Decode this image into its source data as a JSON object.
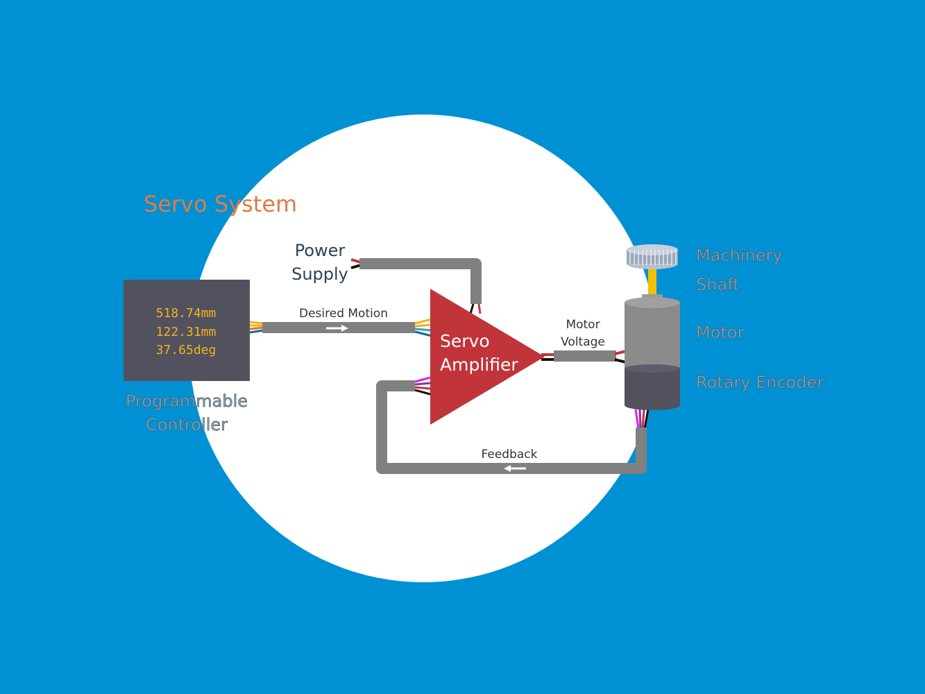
{
  "title": "Servo System",
  "controller": {
    "label_line1": "Programmable",
    "label_line2": "Controller",
    "display": [
      "518.74mm",
      "122.31mm",
      "37.65deg"
    ]
  },
  "power_supply": {
    "line1": "Power",
    "line2": "Supply"
  },
  "amplifier": {
    "line1": "Servo",
    "line2": "Amplifier"
  },
  "signals": {
    "desired_motion": "Desired Motion",
    "motor_voltage_line1": "Motor",
    "motor_voltage_line2": "Voltage",
    "feedback": "Feedback"
  },
  "motor_labels": {
    "machinery": "Machinery",
    "shaft": "Shaft",
    "motor": "Motor",
    "encoder": "Rotary Encoder"
  },
  "colors": {
    "background": "#0090d4",
    "amplifier": "#c0343a",
    "cable": "#808080",
    "controller": "#52515e",
    "title": "#e07a45"
  }
}
